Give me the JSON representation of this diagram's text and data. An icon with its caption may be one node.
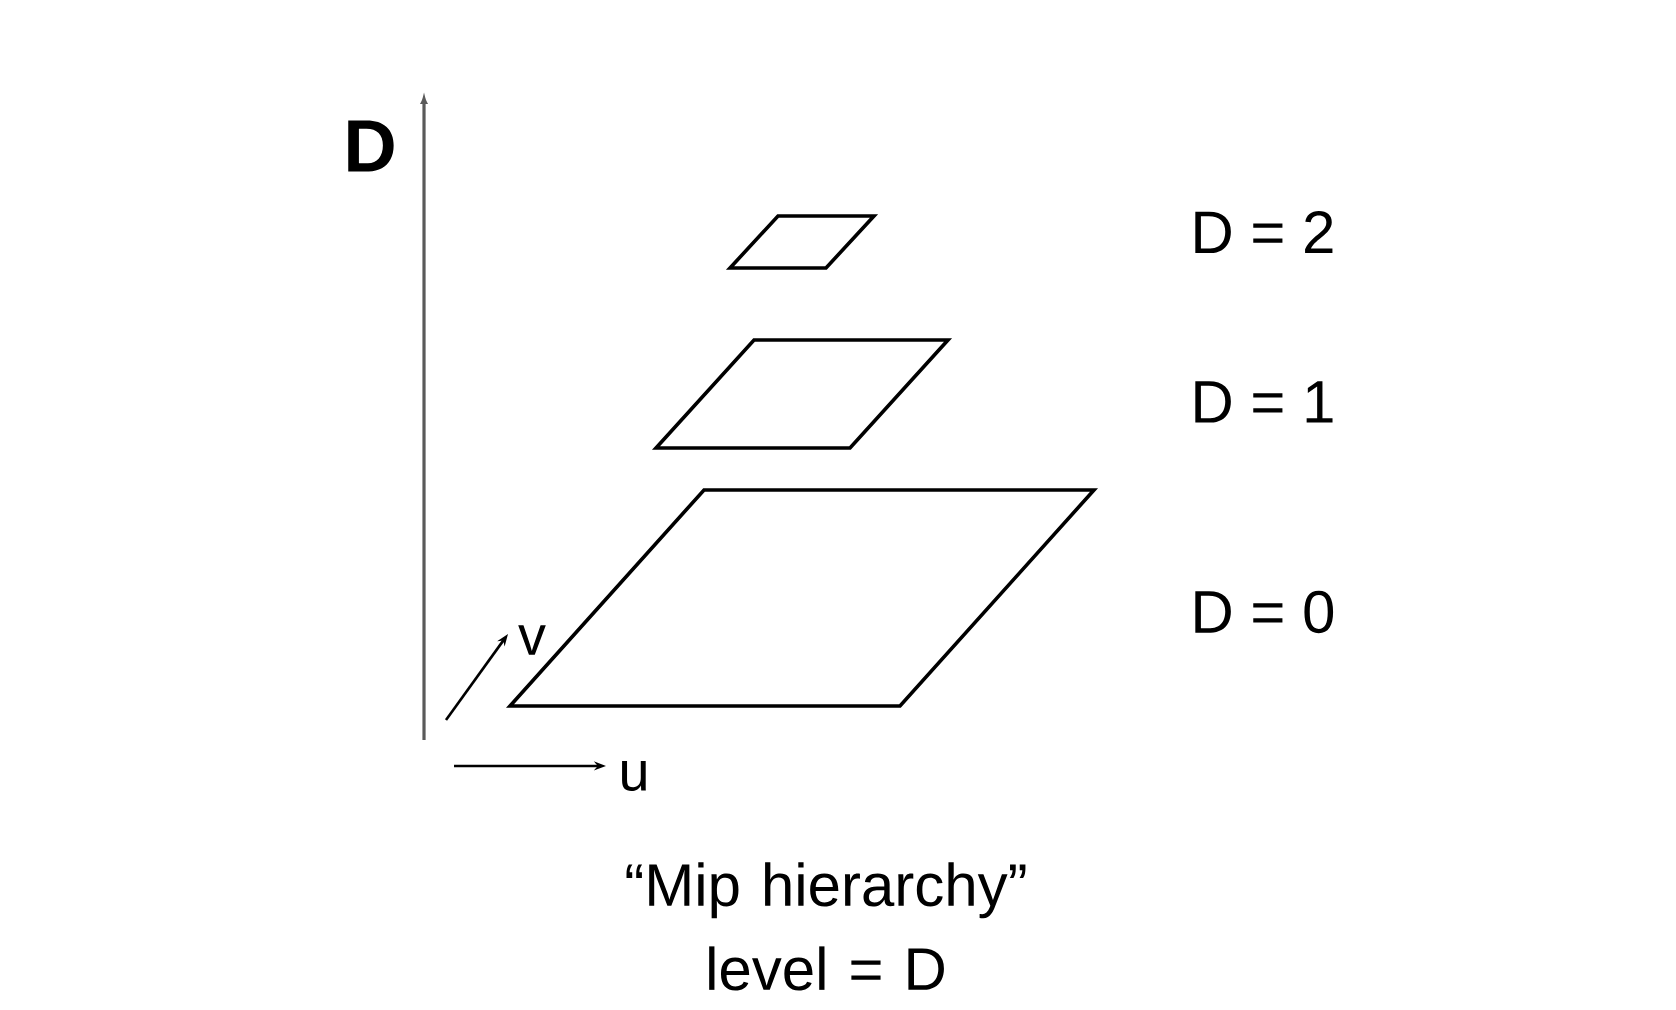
{
  "diagram": {
    "caption": "“Mip hierarchy” level = D",
    "nodes": [
      {
        "text": [],
        "shape": "parallelogram"
      },
      {
        "text": [],
        "shape": "parallelogram"
      },
      {
        "text": [],
        "shape": "parallelogram"
      }
    ],
    "labels": [
      "D",
      "D = 2",
      "D = 1",
      "D = 0",
      "v",
      "u"
    ]
  }
}
